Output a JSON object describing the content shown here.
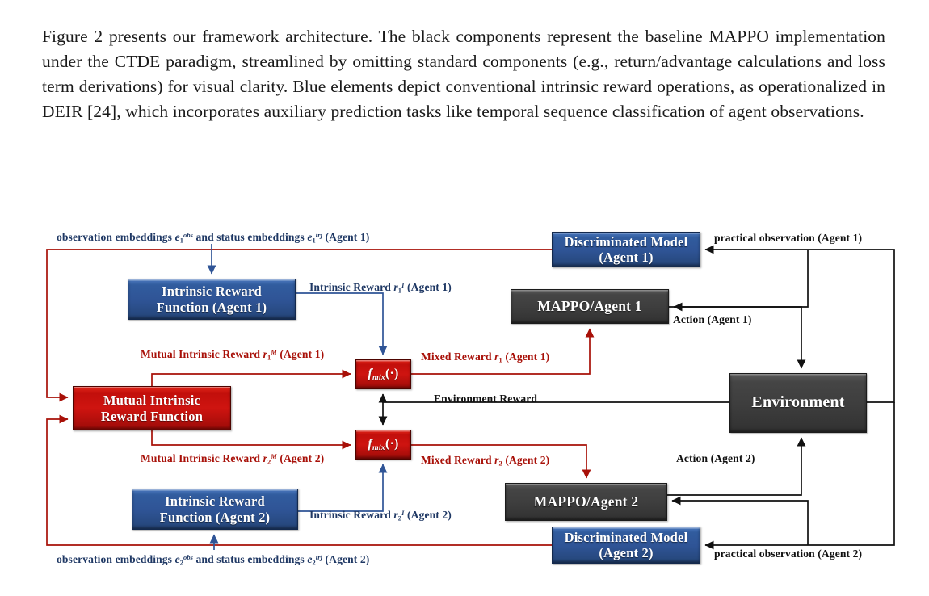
{
  "prose": {
    "paragraph": "Figure 2 presents our framework architecture. The black components represent the baseline MAPPO implementation under the CTDE paradigm, streamlined by omitting standard components (e.g., return/advantage calculations and loss term derivations) for visual clarity. Blue elements depict conventional intrinsic reward operations, as operationalized in DEIR [24], which incorporates auxiliary prediction tasks like temporal sequence classification of agent observations."
  },
  "colors": {
    "blue_node": "#2f5496",
    "red_node": "#cf1410",
    "dark_node": "#3e3e3e",
    "blue_edge": "#2f5496",
    "red_edge": "#a81008",
    "black_edge": "#111111"
  },
  "diagram": {
    "type": "block-flow-architecture",
    "nodes": [
      {
        "id": "drm1",
        "name": "discriminated-model-agent-1",
        "color": "blue",
        "line1": "Discriminated Model",
        "line2": "(Agent 1)"
      },
      {
        "id": "irf1",
        "name": "intrinsic-reward-function-agent-1",
        "color": "blue",
        "line1": "Intrinsic Reward",
        "line2": "Function (Agent 1)"
      },
      {
        "id": "mappo1",
        "name": "mappo-agent-1",
        "color": "dark",
        "line1": "MAPPO/Agent 1",
        "line2": ""
      },
      {
        "id": "fmix1",
        "name": "f-mix-agent-1",
        "color": "red",
        "line1": "fmix(·)",
        "line2": ""
      },
      {
        "id": "mirf",
        "name": "mutual-intrinsic-reward-function",
        "color": "red",
        "line1": "Mutual Intrinsic",
        "line2": "Reward Function"
      },
      {
        "id": "env",
        "name": "environment",
        "color": "dark",
        "line1": "Environment",
        "line2": ""
      },
      {
        "id": "fmix2",
        "name": "f-mix-agent-2",
        "color": "red",
        "line1": "fmix(·)",
        "line2": ""
      },
      {
        "id": "irf2",
        "name": "intrinsic-reward-function-agent-2",
        "color": "blue",
        "line1": "Intrinsic Reward",
        "line2": "Function (Agent 2)"
      },
      {
        "id": "mappo2",
        "name": "mappo-agent-2",
        "color": "dark",
        "line1": "MAPPO/Agent 2",
        "line2": ""
      },
      {
        "id": "drm2",
        "name": "discriminated-model-agent-2",
        "color": "blue",
        "line1": "Discriminated Model",
        "line2": "(Agent 2)"
      }
    ],
    "edge_labels": {
      "obs_embeddings_agent1": "observation embeddings e1obs and status embeddings e1trj (Agent 1)",
      "intrinsic_reward_agent1": "Intrinsic Reward r1I (Agent 1)",
      "practical_observation_agent1": "practical observation (Agent 1)",
      "action_agent1": "Action (Agent 1)",
      "mutual_intrinsic_reward_agent1": "Mutual Intrinsic Reward r1M (Agent 1)",
      "mixed_reward_agent1": "Mixed Reward r1 (Agent 1)",
      "environment_reward": "Environment Reward",
      "mutual_intrinsic_reward_agent2": "Mutual Intrinsic Reward r2M (Agent 2)",
      "mixed_reward_agent2": "Mixed Reward r2 (Agent 2)",
      "intrinsic_reward_agent2": "Intrinsic Reward r2I (Agent 2)",
      "action_agent2": "Action (Agent 2)",
      "practical_observation_agent2": "practical observation (Agent 2)",
      "obs_embeddings_agent2": "observation embeddings e2obs and status embeddings e2trj (Agent 2)"
    }
  }
}
